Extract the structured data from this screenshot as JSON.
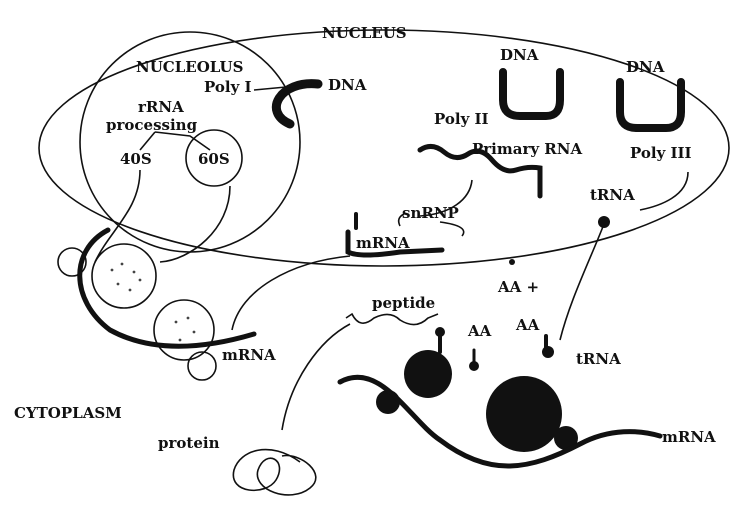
{
  "labels": {
    "nucleus": "NUCLEUS",
    "nucleolus": "NUCLEOLUS",
    "poly1": "Poly I",
    "dna_1": "DNA",
    "rrna": "rRNA",
    "processing": "processing",
    "s40": "40S",
    "s60": "60S",
    "dna_2": "DNA",
    "dna_3": "DNA",
    "poly2": "Poly II",
    "primary_rna": "Primary RNA",
    "poly3": "Poly III",
    "trna_nucleus": "tRNA",
    "snrnp": "snRNP",
    "mrna_nucleus": "mRNA",
    "aa_plus": "AA +",
    "peptide": "peptide",
    "aa_1": "AA",
    "aa_2": "AA",
    "mrna_cyto": "mRNA",
    "trna_cyto": "tRNA",
    "cytoplasm": "CYTOPLASM",
    "protein": "protein",
    "mrna_right": "mRNA"
  }
}
